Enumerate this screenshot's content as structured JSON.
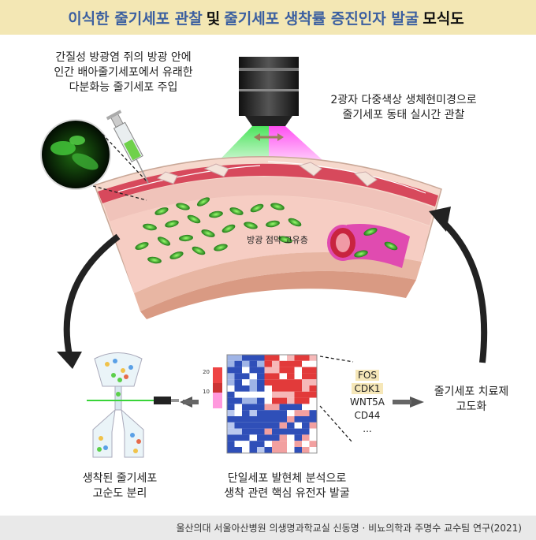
{
  "title": {
    "part1": "이식한 줄기세포 관찰",
    "part2": "및",
    "part3": "줄기세포 생착률 증진인자 발굴",
    "part4": "모식도"
  },
  "labels": {
    "injection_line1": "간질성 방광염 쥐의 방광 안에",
    "injection_line2": "인간 배아줄기세포에서 유래한",
    "injection_line3": "다분화능 줄기세포 주입",
    "microscope_line1": "2광자 다중색상 생체현미경으로",
    "microscope_line2": "줄기세포 동태 실시간 관찰",
    "tissue_layer": "방광 점막 고유층",
    "sorting_line1": "생착된 줄기세포",
    "sorting_line2": "고순도 분리",
    "analysis_line1": "단일세포 발현체 분석으로",
    "analysis_line2": "생착 관련 핵심 유전자 발굴",
    "therapy_line1": "줄기세포 치료제",
    "therapy_line2": "고도화"
  },
  "heatmap_scale": {
    "top": "20",
    "bottom": "10"
  },
  "genes": [
    "FOS",
    "CDK1",
    "WNT5A",
    "CD44",
    "..."
  ],
  "footer": "울산의대 서울아산병원 의생명과학교실 신동명 · 비뇨의학과 주명수 교수팀 연구(2021)",
  "colors": {
    "title_bg": "#f3e7b4",
    "title_blue": "#3b5fa0",
    "cells_green": "#4fd23a",
    "vessel_magenta": "#e04bb0",
    "footer_bg": "#e9e9e9"
  }
}
